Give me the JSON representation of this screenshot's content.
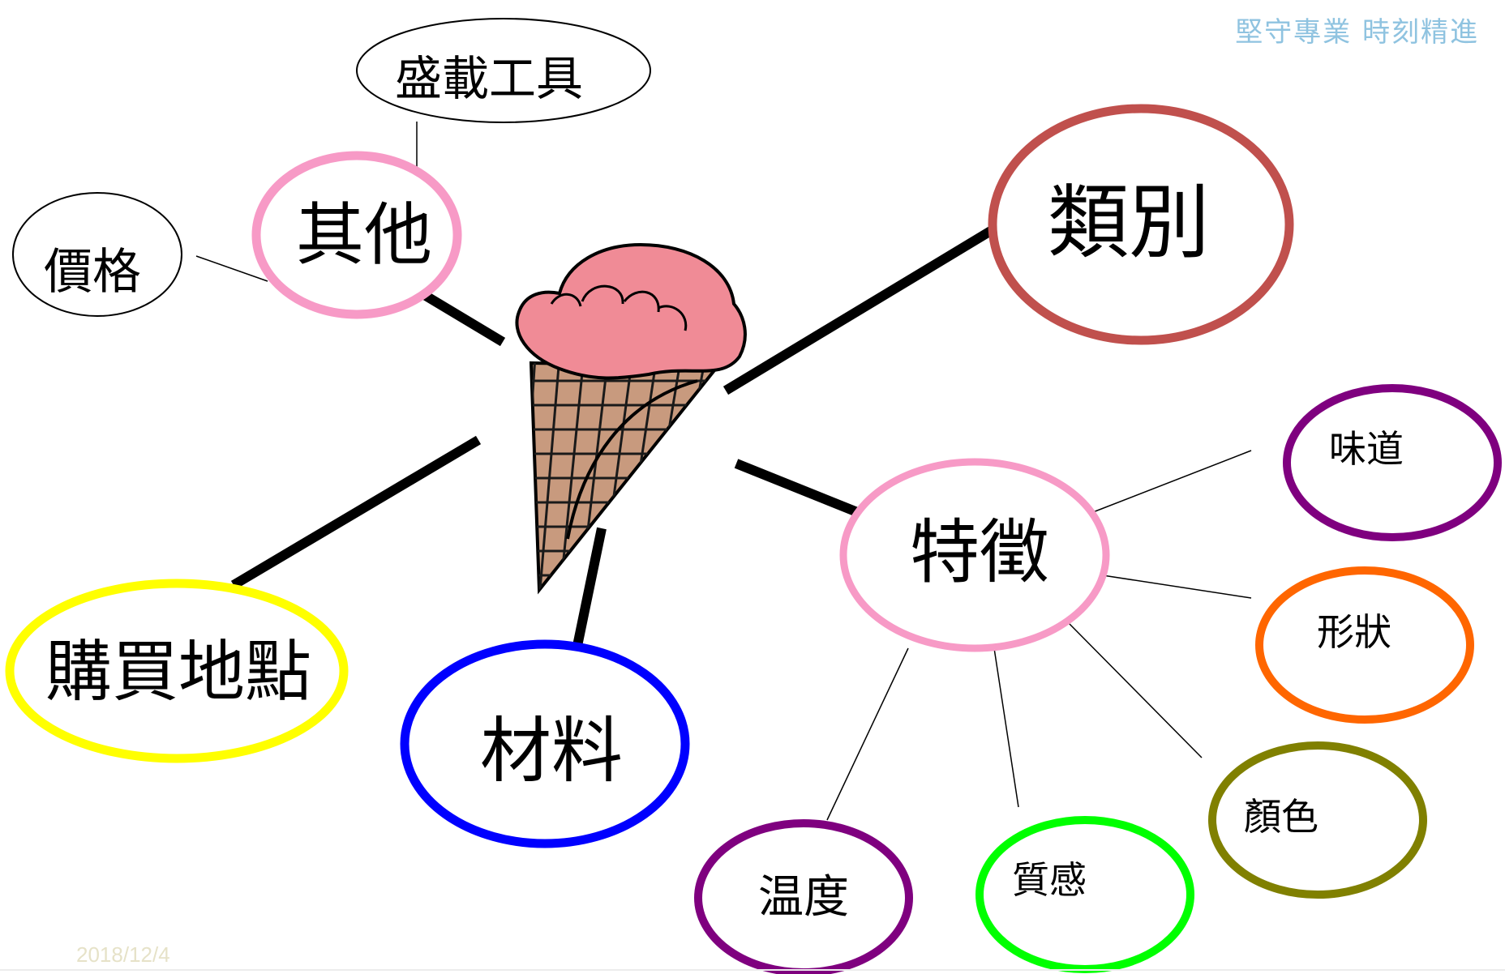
{
  "header": {
    "slogan": "堅守專業 時刻精進"
  },
  "footer": {
    "date": "2018/12/4"
  },
  "center": {
    "icon": "ice-cream-cone"
  },
  "nodes": {
    "other": {
      "label": "其他",
      "color": "#f79ac6"
    },
    "container": {
      "label": "盛載工具",
      "color": "#000000"
    },
    "price": {
      "label": "價格",
      "color": "#000000"
    },
    "category": {
      "label": "類別",
      "color": "#c0504d"
    },
    "purchase_place": {
      "label": "購買地點",
      "color": "#ffff00"
    },
    "material": {
      "label": "材料",
      "color": "#0000ff"
    },
    "feature": {
      "label": "特徵",
      "color": "#f79ac6"
    },
    "taste": {
      "label": "味道",
      "color": "#7f007f"
    },
    "shape": {
      "label": "形狀",
      "color": "#ff6600"
    },
    "color": {
      "label": "顏色",
      "color": "#808000"
    },
    "texture": {
      "label": "質感",
      "color": "#00ff00"
    },
    "temperature": {
      "label": "温度",
      "color": "#7f007f"
    }
  }
}
